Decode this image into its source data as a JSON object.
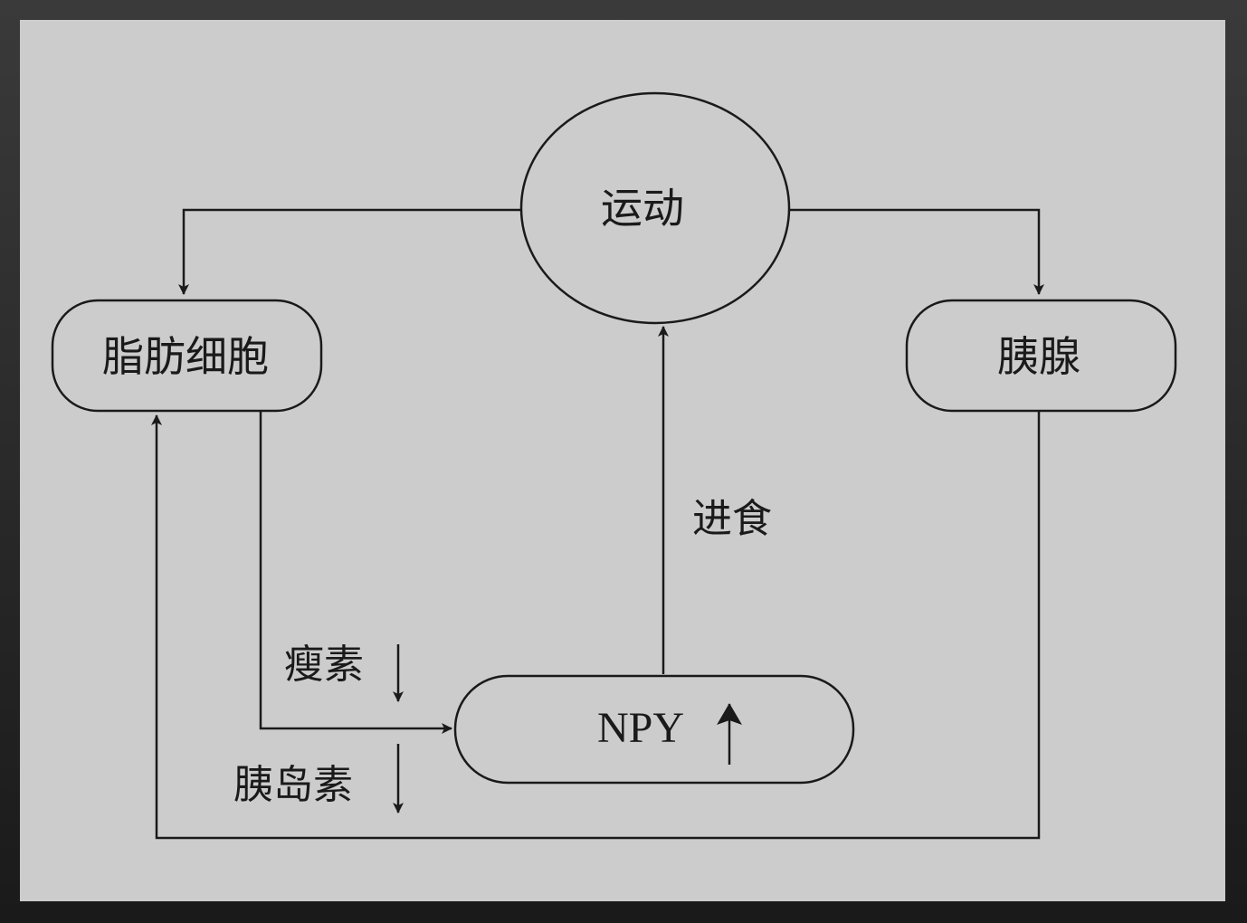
{
  "nodes": {
    "exercise": "运动",
    "adipocyte": "脂肪细胞",
    "pancreas": "胰腺",
    "npy": "NPY"
  },
  "edge_labels": {
    "feeding": "进食",
    "leptin": "瘦素",
    "insulin": "胰岛素"
  },
  "colors": {
    "background": "#cccccc",
    "line": "#1a1a1a"
  }
}
